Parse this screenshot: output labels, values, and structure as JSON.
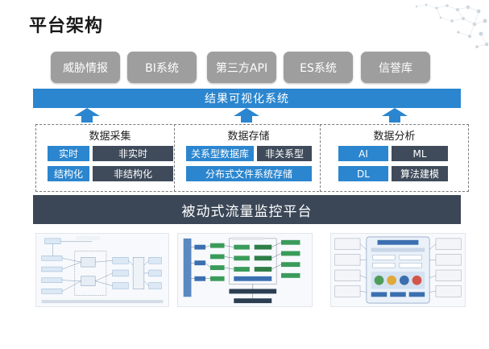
{
  "title": "平台架构",
  "top_boxes": [
    "威胁情报",
    "BI系统",
    "第三方API",
    "ES系统",
    "信誉库"
  ],
  "viz_bar": "结果可视化系统",
  "modules": [
    {
      "title": "数据采集",
      "cells": [
        [
          "实时",
          "非实时"
        ],
        [
          "结构化",
          "非结构化"
        ]
      ]
    },
    {
      "title": "数据存储",
      "cells": [
        [
          "关系型数据库",
          "非关系型"
        ],
        [
          "分布式文件系统存储"
        ]
      ]
    },
    {
      "title": "数据分析",
      "cells": [
        [
          "AI",
          "ML"
        ],
        [
          "DL",
          "算法建模"
        ]
      ]
    }
  ],
  "platform": "被动式流量监控平台",
  "colors": {
    "accent_blue": "#2b86cf",
    "dark_slate": "#3b4757",
    "gray_box": "#9e9e9e"
  }
}
